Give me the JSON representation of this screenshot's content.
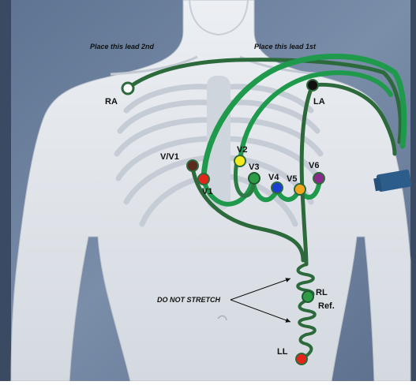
{
  "instructions": {
    "second": "Place this lead 2nd",
    "first": "Place this lead 1st",
    "stretch_warning": "DO NOT STRETCH"
  },
  "electrodes": {
    "ra": {
      "label": "RA",
      "color": "#ffffff"
    },
    "la": {
      "label": "LA",
      "color": "#111111"
    },
    "vv1": {
      "label": "V/V1",
      "color": "#5a2a1e"
    },
    "v1": {
      "label": "V1",
      "color": "#e3261b"
    },
    "v2": {
      "label": "V2",
      "color": "#f2e81c"
    },
    "v3": {
      "label": "V3",
      "color": "#2e9b46"
    },
    "v4": {
      "label": "V4",
      "color": "#1c3dd6"
    },
    "v5": {
      "label": "V5",
      "color": "#f3a51e"
    },
    "v6": {
      "label": "V6",
      "color": "#8a2a8c"
    },
    "rl": {
      "label": "RL",
      "sublabel": "Ref.",
      "color": "#2e9b46"
    },
    "ll": {
      "label": "LL",
      "color": "#e3261b"
    }
  },
  "colors": {
    "background": "#6d82a0",
    "skin": "#dfe3e8",
    "lead_dark": "#2c6a3c",
    "lead_bright": "#1f9a4c",
    "device": "#2c5d8a"
  }
}
